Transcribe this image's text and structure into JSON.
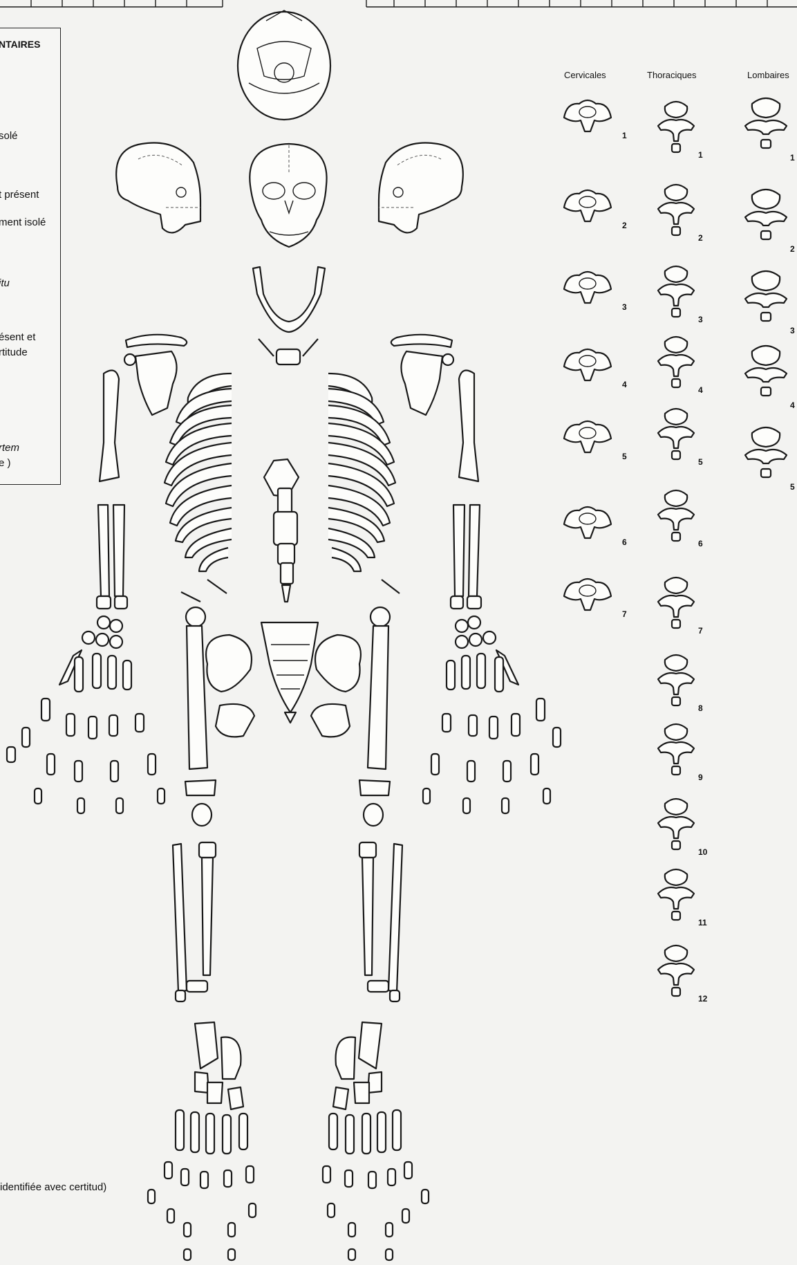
{
  "legend": {
    "title": "NTAIRES",
    "lines": [
      {
        "text": "solé",
        "style": "normal",
        "top": 0
      },
      {
        "text": "t  présent",
        "style": "normal",
        "top": 0
      },
      {
        "text": "ment isolé",
        "style": "normal",
        "top": 0
      },
      {
        "text": "itu",
        "style": "italic",
        "top": 0
      },
      {
        "text": "ésent et",
        "style": "normal",
        "top": 0
      },
      {
        "text": "rtitude",
        "style": "normal",
        "top": 0
      },
      {
        "text": "rtem",
        "style": "italic",
        "top": 0
      },
      {
        "text": "e )",
        "style": "normal",
        "top": 0
      }
    ]
  },
  "vertebrae": {
    "headers": {
      "cervical": "Cervicales",
      "thoracic": "Thoraciques",
      "lumbar": "Lombaires"
    },
    "cervical_numbers": [
      "1",
      "2",
      "3",
      "4",
      "5",
      "6",
      "7"
    ],
    "thoracic_numbers": [
      "1",
      "2",
      "3",
      "4",
      "5",
      "6",
      "7",
      "8",
      "9",
      "10",
      "11",
      "12"
    ],
    "lumbar_numbers": [
      "1",
      "2",
      "3",
      "4",
      "5"
    ]
  },
  "footer_text": "identifiée avec certitud)",
  "colors": {
    "line": "#1a1a1a",
    "paper": "#f3f3f1",
    "bone_fill": "#fdfdfb"
  }
}
